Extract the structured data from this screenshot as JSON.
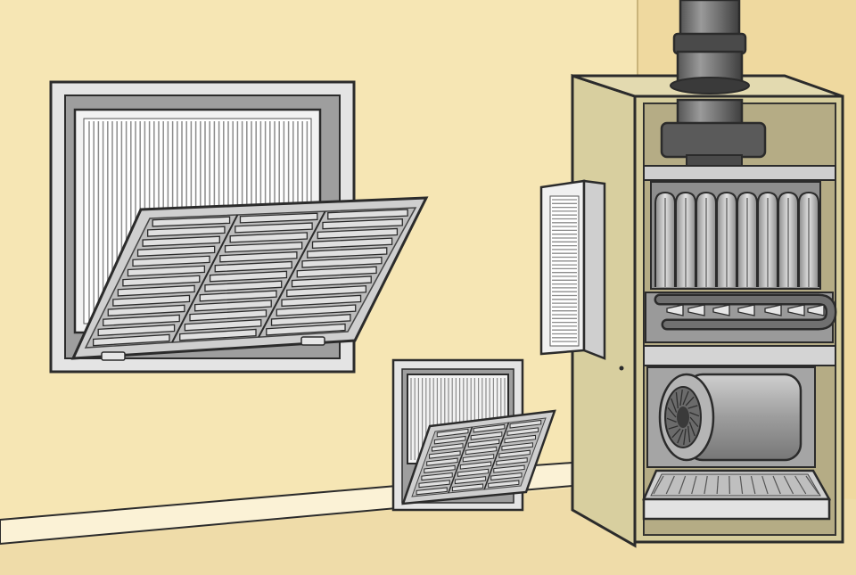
{
  "scene": {
    "description_free": true,
    "colors": {
      "wall": "#f6e6b4",
      "wall_shadow": "#ead79f",
      "floor": "#efdca9",
      "baseboard": "#fbf2d6",
      "outline": "#2b2b2b",
      "metal_light": "#d9d9d9",
      "metal_mid": "#b9b9b9",
      "metal_dark": "#7d7d7d",
      "cabinet": "#dcd3a6",
      "cabinet_inner": "#c9bf90",
      "pipe_dark": "#4a4a4a",
      "pipe_mid": "#6b6b6b",
      "filter_white": "#eeeeee"
    },
    "objects": [
      {
        "name": "large-wall-return-vent",
        "icon": "vent-grille-open-icon"
      },
      {
        "name": "large-air-filter",
        "icon": "air-filter-icon"
      },
      {
        "name": "small-floor-return-vent",
        "icon": "vent-grille-open-icon"
      },
      {
        "name": "small-air-filter",
        "icon": "air-filter-icon"
      },
      {
        "name": "furnace-cabinet",
        "icon": "furnace-icon"
      },
      {
        "name": "furnace-side-filter",
        "icon": "air-filter-icon"
      },
      {
        "name": "flue-pipe",
        "icon": "pipe-icon"
      },
      {
        "name": "heat-exchanger",
        "icon": "heat-exchanger-icon"
      },
      {
        "name": "gas-burner-manifold",
        "icon": "burner-icon"
      },
      {
        "name": "blower-fan",
        "icon": "blower-icon"
      },
      {
        "name": "bottom-filter-tray",
        "icon": "filter-tray-icon"
      }
    ]
  }
}
